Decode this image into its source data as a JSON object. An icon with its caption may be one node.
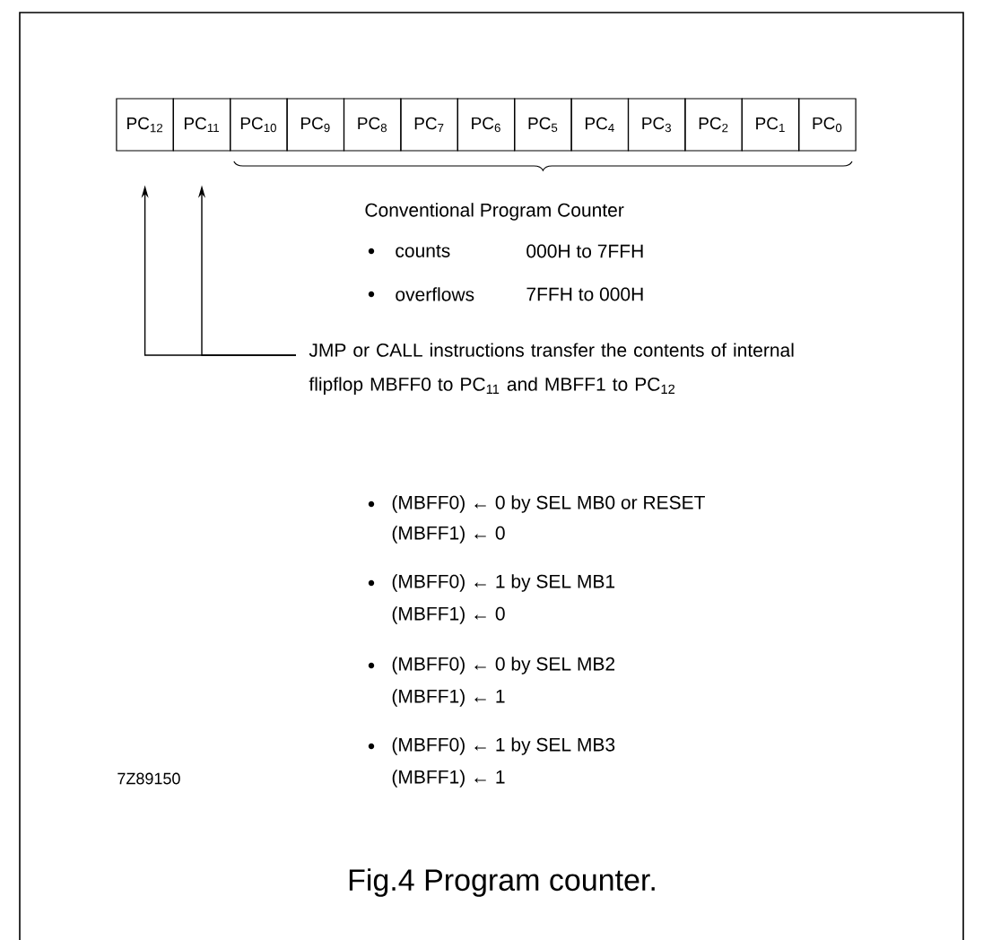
{
  "diagram": {
    "caption": "Fig.4 Program counter.",
    "nodes": [
      {
        "text": [
          "PC$_{12}$"
        ]
      },
      {
        "text": [
          "PC$_{11}$"
        ]
      },
      {
        "text": [
          "PC$_{10}$"
        ]
      },
      {
        "text": [
          "PC$_{9}$"
        ]
      },
      {
        "text": [
          "PC$_{8}$"
        ]
      },
      {
        "text": [
          "PC$_{7}$"
        ]
      },
      {
        "text": [
          "PC$_{6}$"
        ]
      },
      {
        "text": [
          "PC$_{5}$"
        ]
      },
      {
        "text": [
          "PC$_{4}$"
        ]
      },
      {
        "text": [
          "PC$_{3}$"
        ]
      },
      {
        "text": [
          "PC$_{2}$"
        ]
      },
      {
        "text": [
          "PC$_{1}$"
        ]
      },
      {
        "text": [
          "PC$_{0}$"
        ]
      },
      {
        "text": [
          "JMP or CALL instructions transfer the contents of internal flipflop MBFF0 to PC$_{11}$ and MBFF1 to PC$_{12}$"
        ]
      }
    ],
    "edges": [
      {
        "from": 13,
        "to": 0,
        "arrow": "to"
      },
      {
        "from": 13,
        "to": 1,
        "arrow": "to"
      }
    ],
    "labels": [
      "Conventional Program Counter",
      "counts",
      "000H to 7FFH",
      "overflows",
      "7FFH to 000H",
      "(MBFF0) ← 0 by SEL MB0 or RESET",
      "(MBFF1) ← 0",
      "(MBFF0) ← 1 by SEL MB1",
      "(MBFF1) ← 0",
      "(MBFF0) ← 0 by SEL MB2",
      "(MBFF1) ← 1",
      "(MBFF0) ← 1 by SEL MB3",
      "(MBFF1) ← 1",
      "7Z89150"
    ]
  }
}
